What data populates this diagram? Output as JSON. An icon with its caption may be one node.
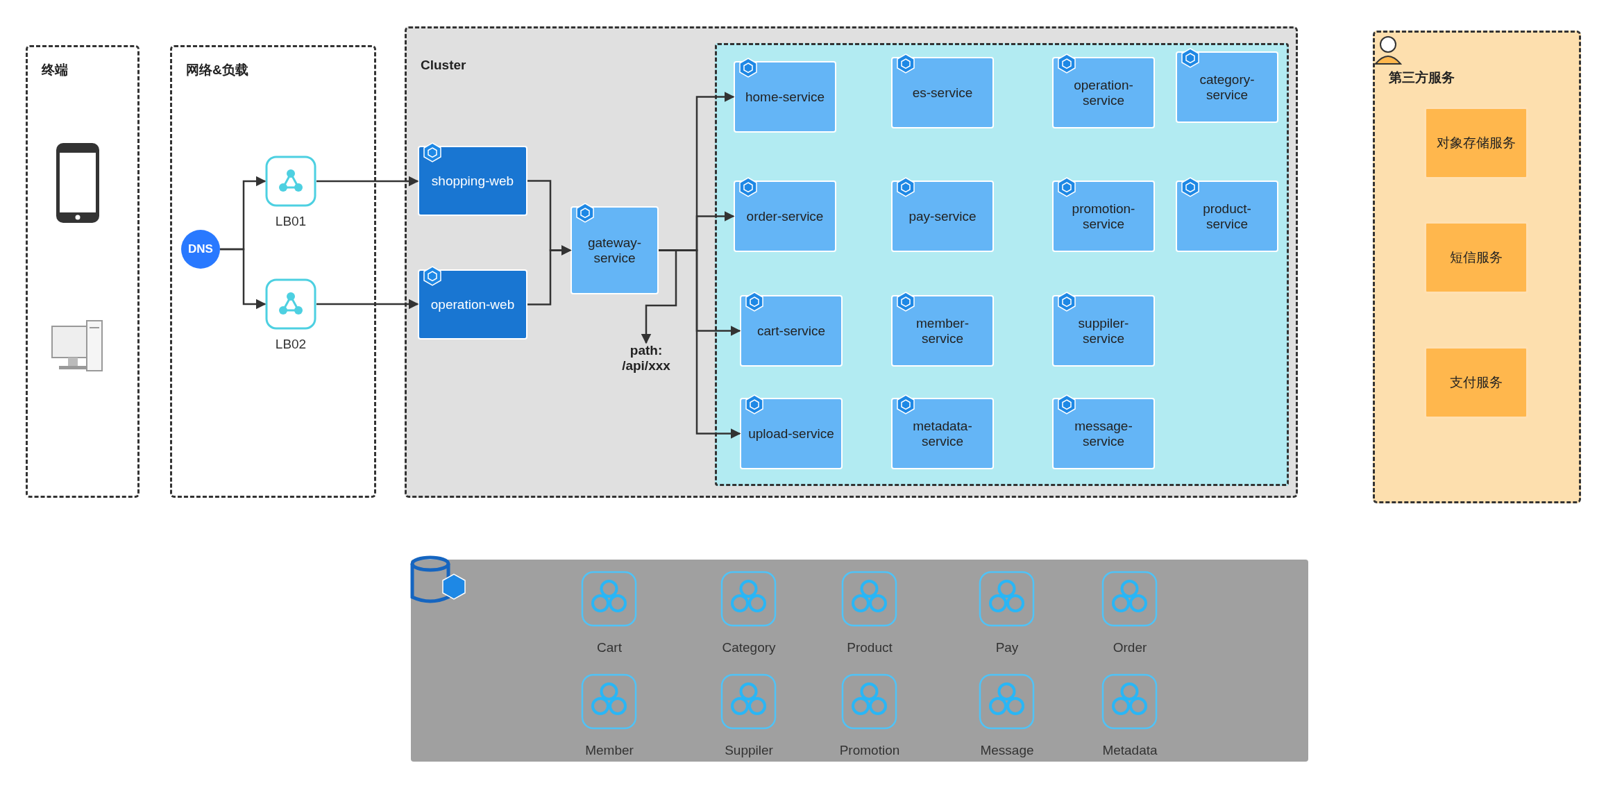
{
  "diagram": {
    "nodes": [
      {
        "text": [
          "终端"
        ]
      },
      {
        "text": [
          "网络&负载"
        ]
      },
      {
        "text": [
          "DNS"
        ],
        "in": 1
      },
      {
        "text": [
          "LB01"
        ],
        "in": 1
      },
      {
        "text": [
          "LB02"
        ],
        "in": 1
      },
      {
        "text": [
          "Cluster"
        ]
      },
      {
        "text": [
          "shopping-web"
        ],
        "in": 5
      },
      {
        "text": [
          "operation-web"
        ],
        "in": 5
      },
      {
        "text": [
          "gateway-service"
        ],
        "in": 5
      },
      {
        "text": [
          "path: /api/xxx"
        ],
        "in": 5
      },
      {
        "text": [],
        "shape": "box",
        "in": 5
      },
      {
        "text": [
          "home-service"
        ],
        "in": 10
      },
      {
        "text": [
          "es-service"
        ],
        "in": 10
      },
      {
        "text": [
          "operation-service"
        ],
        "in": 10
      },
      {
        "text": [
          "category-service"
        ],
        "in": 10
      },
      {
        "text": [
          "order-service"
        ],
        "in": 10
      },
      {
        "text": [
          "pay-service"
        ],
        "in": 10
      },
      {
        "text": [
          "promotion-service"
        ],
        "in": 10
      },
      {
        "text": [
          "product-service"
        ],
        "in": 10
      },
      {
        "text": [
          "cart-service"
        ],
        "in": 10
      },
      {
        "text": [
          "member-service"
        ],
        "in": 10
      },
      {
        "text": [
          "suppiler-service"
        ],
        "in": 10
      },
      {
        "text": [
          "upload-service"
        ],
        "in": 10
      },
      {
        "text": [
          "metadata-service"
        ],
        "in": 10
      },
      {
        "text": [
          "message-service"
        ],
        "in": 10
      },
      {
        "text": [
          "第三方服务"
        ]
      },
      {
        "text": [
          "对象存储服务"
        ],
        "in": 25
      },
      {
        "text": [
          "短信服务"
        ],
        "in": 25
      },
      {
        "text": [
          "支付服务"
        ],
        "in": 25
      },
      {
        "text": [],
        "shape": "box"
      },
      {
        "text": [
          "Cart"
        ],
        "in": 29
      },
      {
        "text": [
          "Category"
        ],
        "in": 29
      },
      {
        "text": [
          "Product"
        ],
        "in": 29
      },
      {
        "text": [
          "Pay"
        ],
        "in": 29
      },
      {
        "text": [
          "Order"
        ],
        "in": 29
      },
      {
        "text": [
          "Member"
        ],
        "in": 29
      },
      {
        "text": [
          "Suppiler"
        ],
        "in": 29
      },
      {
        "text": [
          "Promotion"
        ],
        "in": 29
      },
      {
        "text": [
          "Message"
        ],
        "in": 29
      },
      {
        "text": [
          "Metadata"
        ],
        "in": 29
      }
    ],
    "edges": [
      {
        "from": 2,
        "to": 3,
        "arrow": "to"
      },
      {
        "from": 2,
        "to": 4,
        "arrow": "to"
      },
      {
        "from": 3,
        "to": 6,
        "arrow": "to"
      },
      {
        "from": 4,
        "to": 7,
        "arrow": "to"
      },
      {
        "from": 6,
        "to": 8,
        "arrow": "to"
      },
      {
        "from": 7,
        "to": 8,
        "arrow": "to"
      },
      {
        "from": 8,
        "to": 9,
        "arrow": "to"
      },
      {
        "from": 8,
        "to": 11,
        "arrow": "to"
      },
      {
        "from": 8,
        "to": 15,
        "arrow": "to"
      },
      {
        "from": 8,
        "to": 19,
        "arrow": "to"
      },
      {
        "from": 8,
        "to": 22,
        "arrow": "to"
      }
    ]
  }
}
